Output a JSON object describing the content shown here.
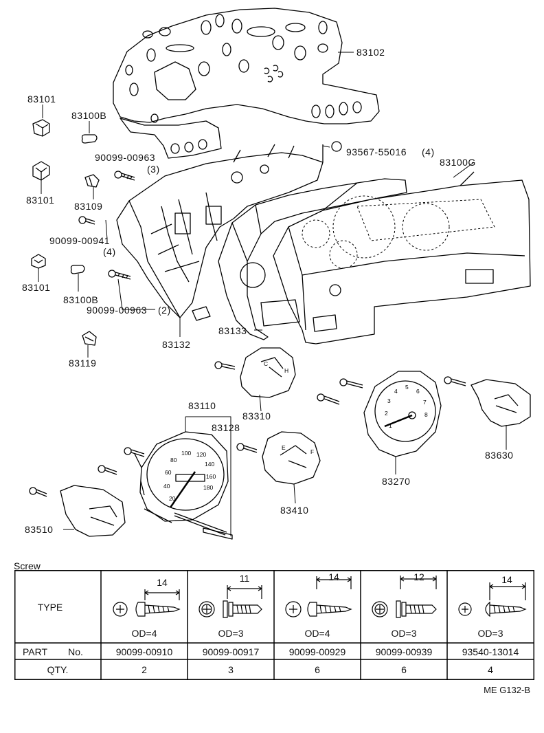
{
  "callouts": {
    "p83102": "83102",
    "p83101a": "83101",
    "p83100b_a": "83100B",
    "p90099_00963_a": "90099-00963",
    "p90099_00963_a_qty": "(3)",
    "p93567": "93567-55016",
    "p93567_qty": "(4)",
    "p83100g": "83100G",
    "p83101b": "83101",
    "p83109": "83109",
    "p90099_00941": "90099-00941",
    "p90099_00941_qty": "(4)",
    "p83101c": "83101",
    "p83100b_b": "83100B",
    "p90099_00963_b": "90099-00963",
    "p90099_00963_b_qty": "(2)",
    "p83133": "83133",
    "p83132": "83132",
    "p83119": "83119",
    "p83310": "83310",
    "p83110": "83110",
    "p83128": "83128",
    "p83630": "83630",
    "p83270": "83270",
    "p83410": "83410",
    "p83510": "83510"
  },
  "screw_table": {
    "title": "Screw",
    "row_labels": {
      "type": "TYPE",
      "part_a": "PART",
      "part_b": "No.",
      "qty": "QTY."
    },
    "columns": [
      {
        "length": "14",
        "od": "OD=4",
        "part_no": "90099-00910",
        "qty": "2"
      },
      {
        "length": "11",
        "od": "OD=3",
        "part_no": "90099-00917",
        "qty": "3"
      },
      {
        "length": "14",
        "od": "OD=4",
        "part_no": "90099-00929",
        "qty": "6"
      },
      {
        "length": "12",
        "od": "OD=3",
        "part_no": "90099-00939",
        "qty": "6"
      },
      {
        "length": "14",
        "od": "OD=3",
        "part_no": "93540-13014",
        "qty": "4"
      }
    ]
  },
  "figure_code": "ME G132-B",
  "gauge_marks": {
    "speedo": [
      "20",
      "40",
      "60",
      "80",
      "100",
      "120",
      "140",
      "160",
      "180"
    ],
    "tacho": [
      "1",
      "2",
      "3",
      "4",
      "5",
      "6",
      "7",
      "8"
    ],
    "temp": [
      "C",
      "H"
    ],
    "fuel": [
      "E",
      "F"
    ]
  }
}
